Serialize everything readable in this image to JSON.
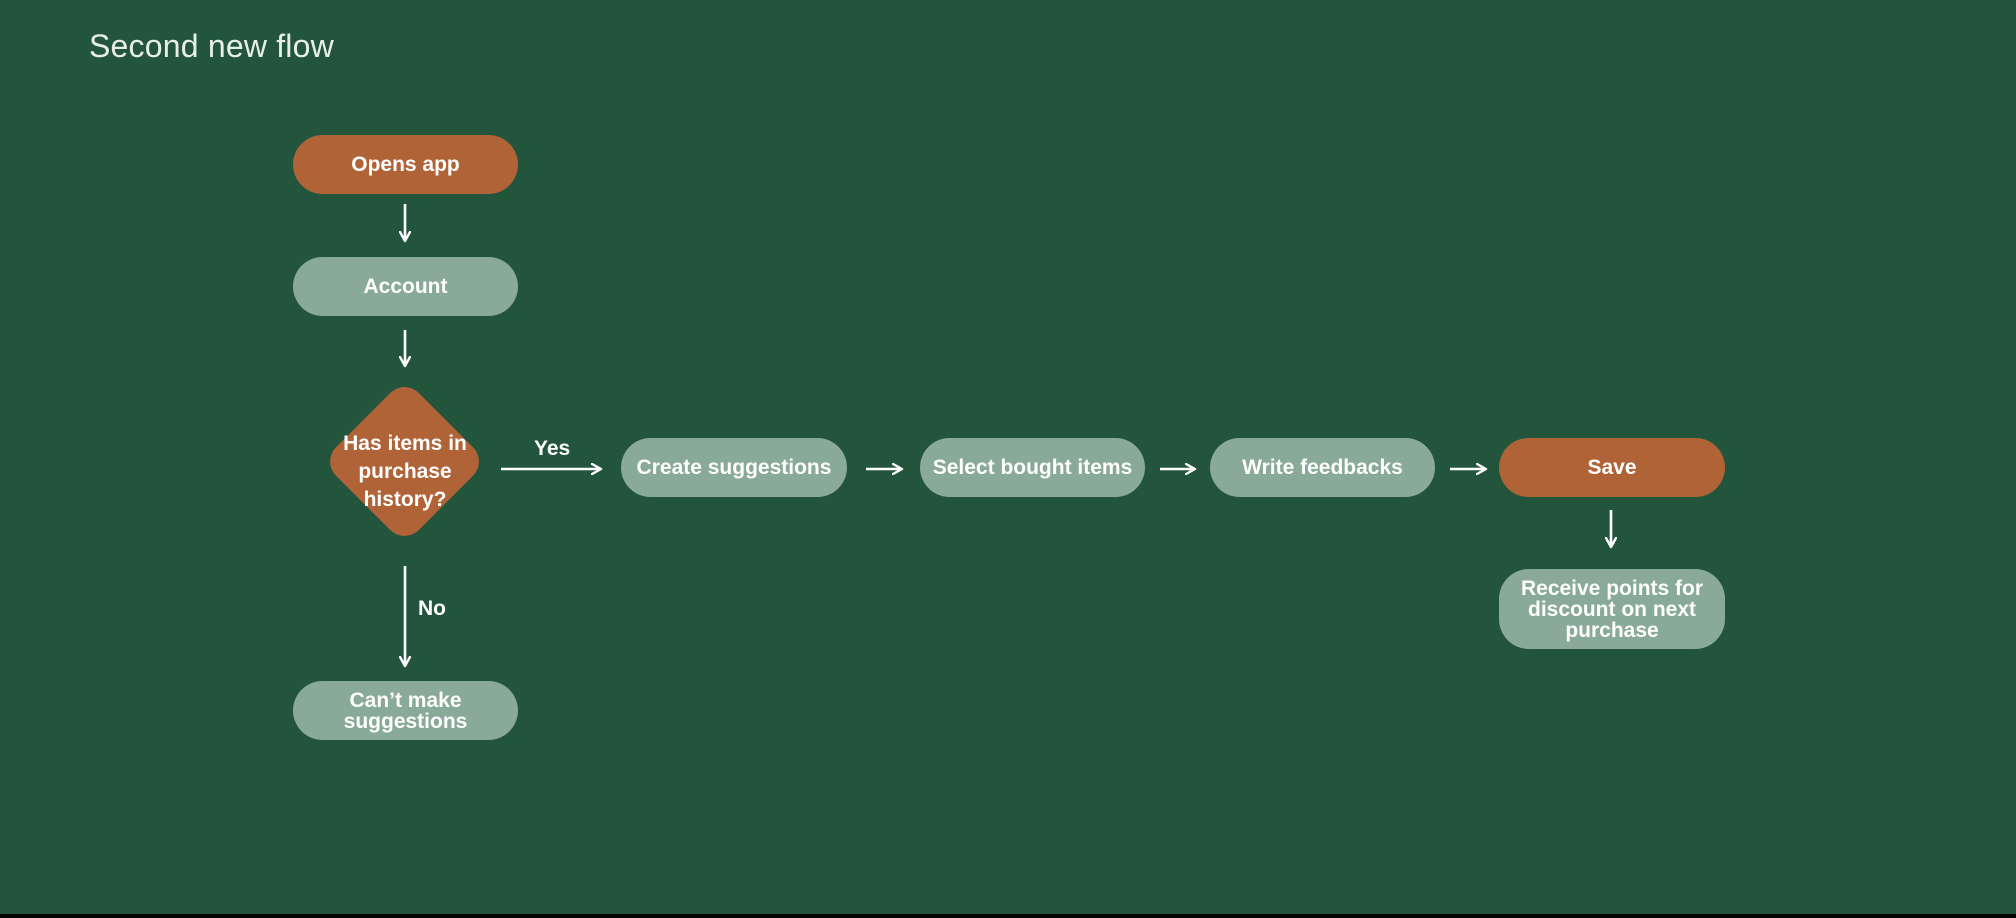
{
  "title": "Second new flow",
  "colors": {
    "background": "#23553d",
    "accent": "#b06337",
    "muted": "#89a999",
    "line": "#ffffff"
  },
  "nodes": {
    "opens_app": "Opens app",
    "account": "Account",
    "decision": "Has items in purchase history?",
    "cant_make": "Can’t make suggestions",
    "create_suggestions": "Create suggestions",
    "select_bought": "Select bought items",
    "write_feedbacks": "Write feedbacks",
    "save": "Save",
    "receive_points": "Receive points for discount on next purchase"
  },
  "edges": {
    "yes": "Yes",
    "no": "No"
  }
}
